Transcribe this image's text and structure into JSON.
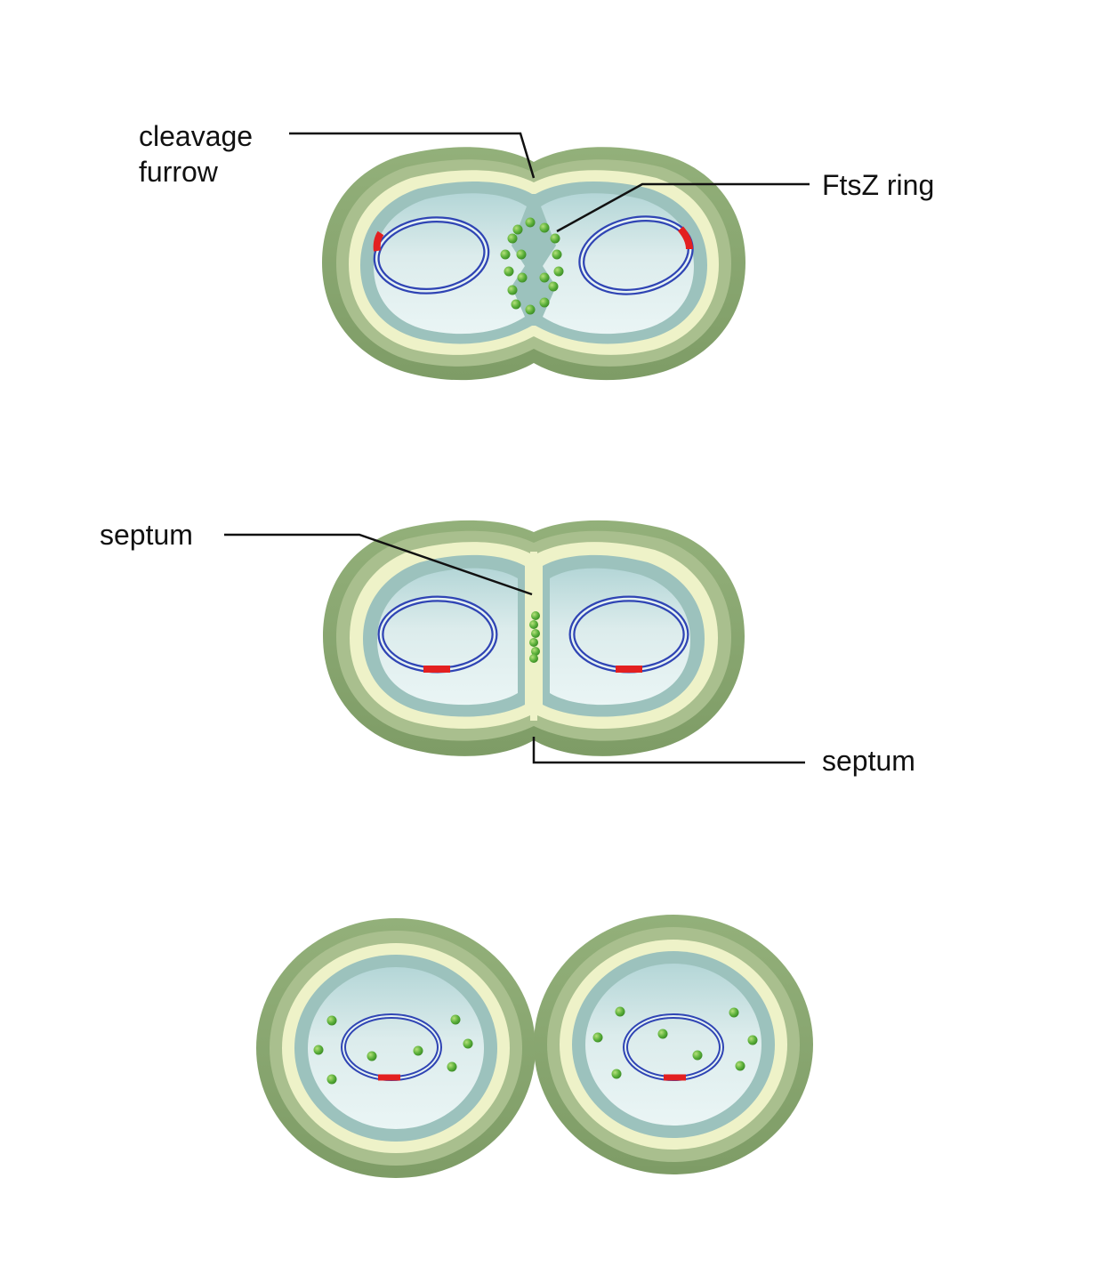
{
  "labels": {
    "cleavage_furrow": [
      "cleavage",
      "furrow"
    ],
    "ftsz_ring": "FtsZ ring",
    "septum_upper": "septum",
    "septum_lower": "septum"
  },
  "colors": {
    "cell_wall_outer": "#7f9d68",
    "cell_wall_mid": "#a9bf8e",
    "periplasm": "#eef2c8",
    "membrane": "#9cc2bd",
    "cytoplasm": "#e6f3f3",
    "cytoplasm_top": "#b4d6d7",
    "dna": "#2f44b4",
    "origin": "#e32020",
    "ftsz": "#4fa332",
    "leader_line": "#111111"
  }
}
